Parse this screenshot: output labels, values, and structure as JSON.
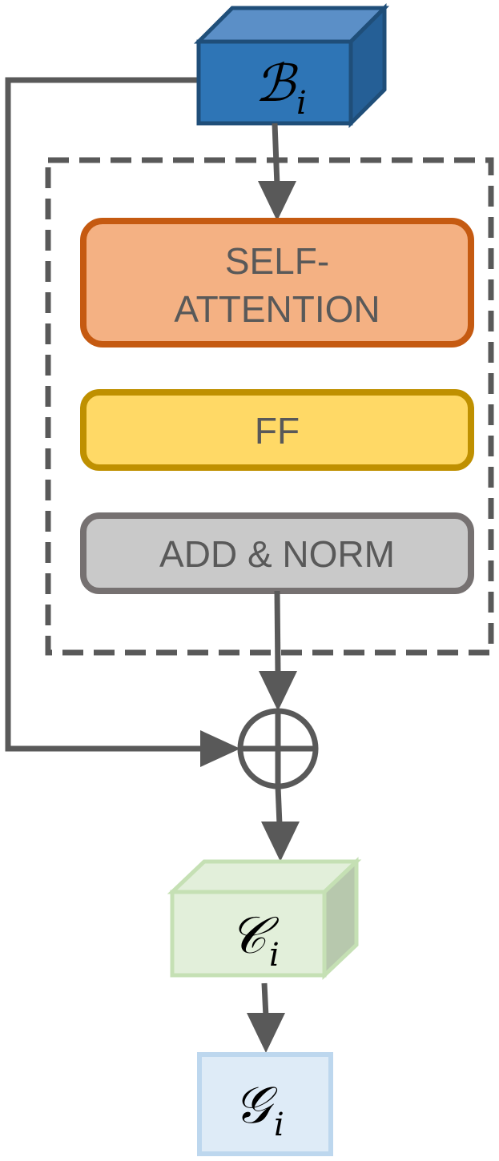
{
  "diagram": {
    "input": {
      "symbol": "ℬ",
      "subscript": "i"
    },
    "blocks": {
      "self_attention": {
        "line1": "SELF-",
        "line2": "ATTENTION"
      },
      "ff": {
        "label": "FF"
      },
      "add_norm": {
        "label": "ADD & NORM"
      }
    },
    "output": {
      "symbol": "𝒞",
      "subscript": "i"
    },
    "final": {
      "symbol": "𝒢",
      "subscript": "i"
    }
  },
  "colors": {
    "input_front": "#2e75b6",
    "input_top": "#5b8fc7",
    "input_side": "#255f96",
    "input_border": "#1f4e79",
    "self_attention_fill": "#f4b183",
    "self_attention_border": "#c55a11",
    "ff_fill": "#ffd966",
    "ff_border": "#bf9000",
    "add_norm_fill": "#c9c9c9",
    "add_norm_border": "#767171",
    "output_front": "#e2efda",
    "output_side": "#b7c8ad",
    "output_border": "#c5e0b4",
    "final_fill": "#deebf7",
    "final_border": "#bdd7ee",
    "line": "#595959"
  }
}
